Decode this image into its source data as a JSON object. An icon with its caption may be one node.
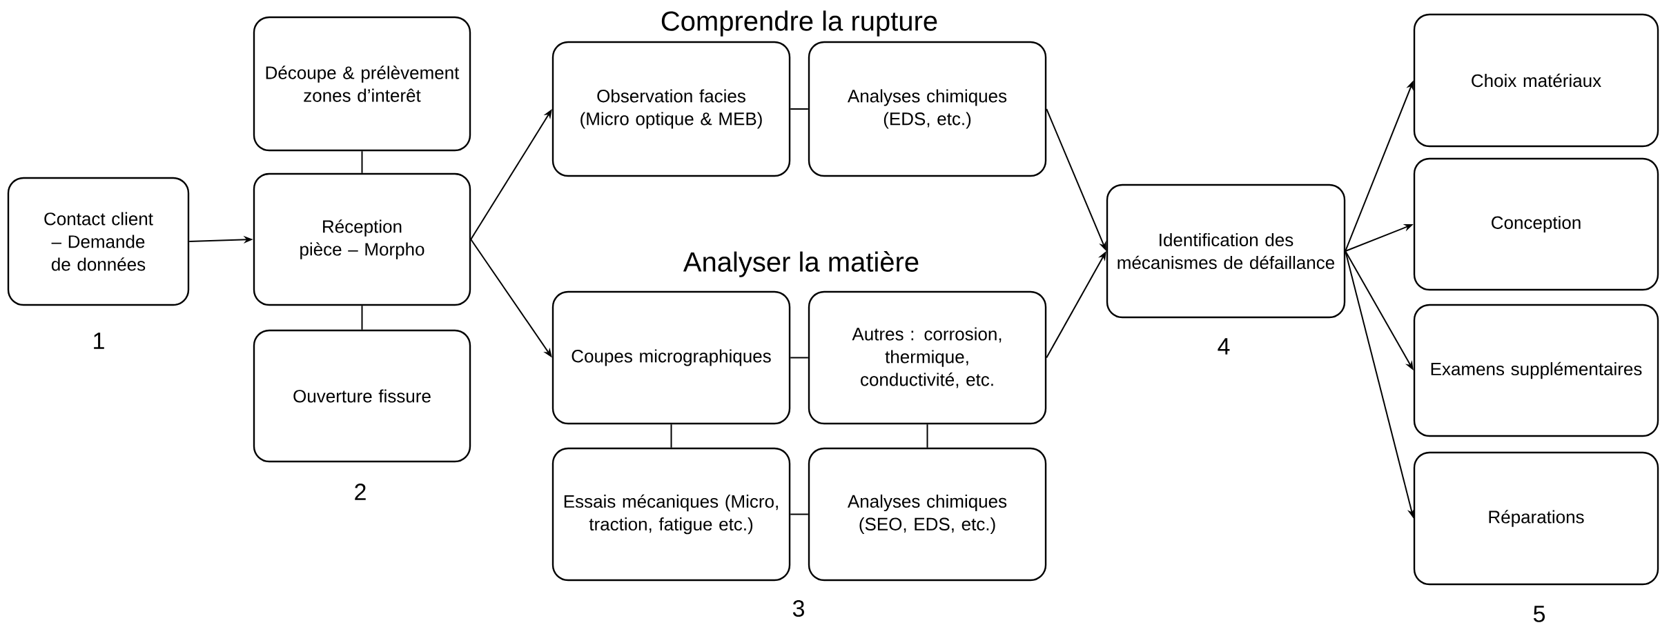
{
  "diagram": {
    "nodes": [
      {
        "text": [
          "Contact client – Demande de données"
        ]
      },
      {
        "text": [
          "Découpe & prélèvement zones d’interêt"
        ]
      },
      {
        "text": [
          "Réception pièce – Morpho"
        ]
      },
      {
        "text": [
          "Ouverture fissure"
        ]
      },
      {
        "text": [
          "Observation facies (Micro optique & MEB)"
        ]
      },
      {
        "text": [
          "Analyses chimiques (EDS, etc.)"
        ]
      },
      {
        "text": [
          "Coupes micrographiques"
        ]
      },
      {
        "text": [
          "Autres : corrosion, thermique, conductivité, etc."
        ]
      },
      {
        "text": [
          "Essais mécaniques (Micro, traction, fatigue etc.)"
        ]
      },
      {
        "text": [
          "Analyses chimiques (SEO, EDS, etc.)"
        ]
      },
      {
        "text": [
          "Identification des mécanismes de défaillance"
        ]
      },
      {
        "text": [
          "Choix matériaux"
        ]
      },
      {
        "text": [
          "Conception"
        ]
      },
      {
        "text": [
          "Examens supplémentaires"
        ]
      },
      {
        "text": [
          "Réparations"
        ]
      }
    ],
    "edges": [
      {
        "from": 0,
        "to": 2,
        "arrow": "to"
      },
      {
        "from": 1,
        "to": 2,
        "arrow": "none"
      },
      {
        "from": 2,
        "to": 3,
        "arrow": "none"
      },
      {
        "from": 2,
        "to": 4,
        "arrow": "to"
      },
      {
        "from": 2,
        "to": 6,
        "arrow": "to"
      },
      {
        "from": 4,
        "to": 5,
        "arrow": "none"
      },
      {
        "from": 6,
        "to": 7,
        "arrow": "none"
      },
      {
        "from": 6,
        "to": 8,
        "arrow": "none"
      },
      {
        "from": 7,
        "to": 9,
        "arrow": "none"
      },
      {
        "from": 8,
        "to": 9,
        "arrow": "none"
      },
      {
        "from": 5,
        "to": 10,
        "arrow": "to"
      },
      {
        "from": 7,
        "to": 10,
        "arrow": "to"
      },
      {
        "from": 10,
        "to": 11,
        "arrow": "to"
      },
      {
        "from": 10,
        "to": 12,
        "arrow": "to"
      },
      {
        "from": 10,
        "to": 13,
        "arrow": "to"
      },
      {
        "from": 10,
        "to": 14,
        "arrow": "to"
      }
    ],
    "labels": [
      "Comprendre la rupture",
      "1",
      "Analyser la matière",
      "4",
      "2",
      "3",
      "5"
    ]
  }
}
